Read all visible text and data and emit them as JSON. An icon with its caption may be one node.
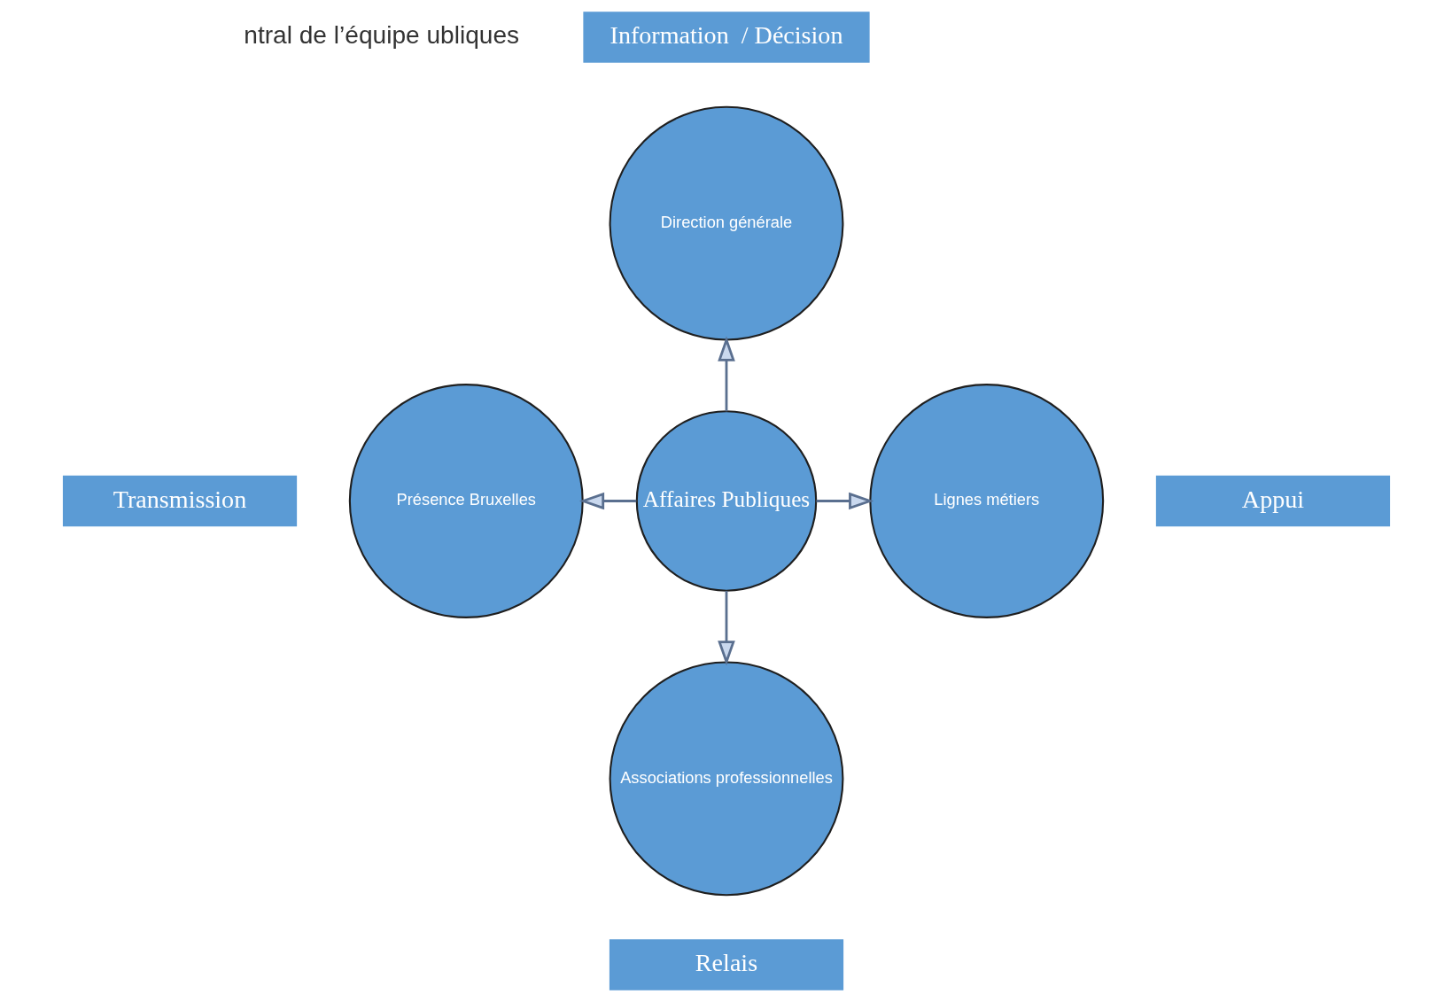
{
  "diagram": {
    "nodes": [
      {
        "text": [
          "Information  / Décision"
        ]
      },
      {
        "text": [
          "Direction générale"
        ]
      },
      {
        "text": [
          "Transmission"
        ]
      },
      {
        "text": [
          "Présence Bruxelles"
        ]
      },
      {
        "text": [
          "Affaires Publiques"
        ]
      },
      {
        "text": [
          "Lignes métiers"
        ]
      },
      {
        "text": [
          "Appui"
        ]
      },
      {
        "text": [
          "Associations professionnelles"
        ]
      },
      {
        "text": [
          "Relais"
        ]
      }
    ],
    "edges": [
      {
        "from": 4,
        "to": 1,
        "arrow": "to"
      },
      {
        "from": 4,
        "to": 3,
        "arrow": "to"
      },
      {
        "from": 4,
        "to": 5,
        "arrow": "to"
      },
      {
        "from": 4,
        "to": 7,
        "arrow": "to"
      }
    ],
    "labels": [
      "ntral de l’équipe ubliques"
    ]
  }
}
